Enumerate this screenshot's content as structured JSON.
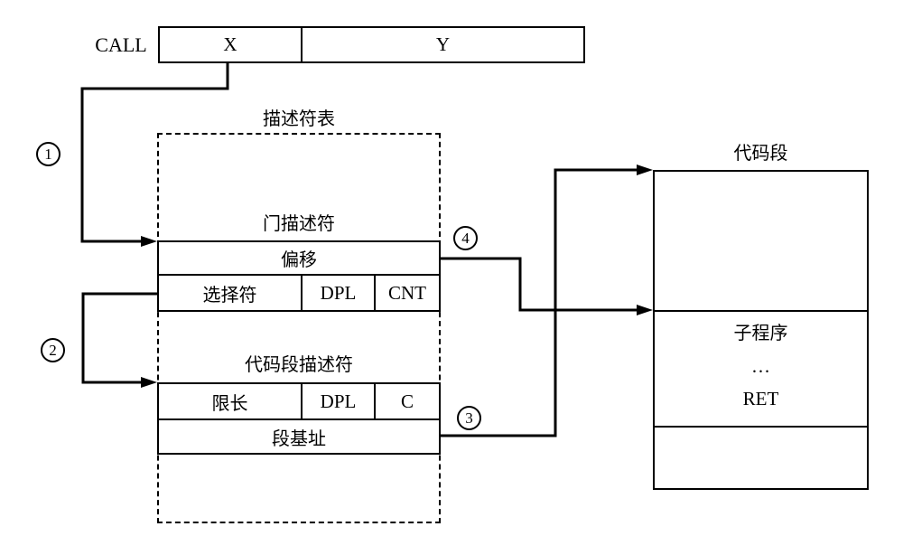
{
  "instruction": {
    "mnemonic": "CALL",
    "operand_x": "X",
    "operand_y": "Y"
  },
  "descriptor_table": {
    "title": "描述符表",
    "gate_descriptor": {
      "label": "门描述符",
      "offset_label": "偏移",
      "selector_label": "选择符",
      "dpl_label": "DPL",
      "cnt_label": "CNT"
    },
    "code_segment_descriptor": {
      "label": "代码段描述符",
      "limit_label": "限长",
      "dpl_label": "DPL",
      "c_label": "C",
      "base_label": "段基址"
    }
  },
  "code_segment": {
    "title": "代码段",
    "subroutine_label": "子程序",
    "ellipsis": "…",
    "return_label": "RET"
  },
  "step_badges": {
    "step1": "1",
    "step2": "2",
    "step3": "3",
    "step4": "4"
  },
  "colors": {
    "line": "#000000",
    "background": "#ffffff",
    "text": "#000000"
  }
}
